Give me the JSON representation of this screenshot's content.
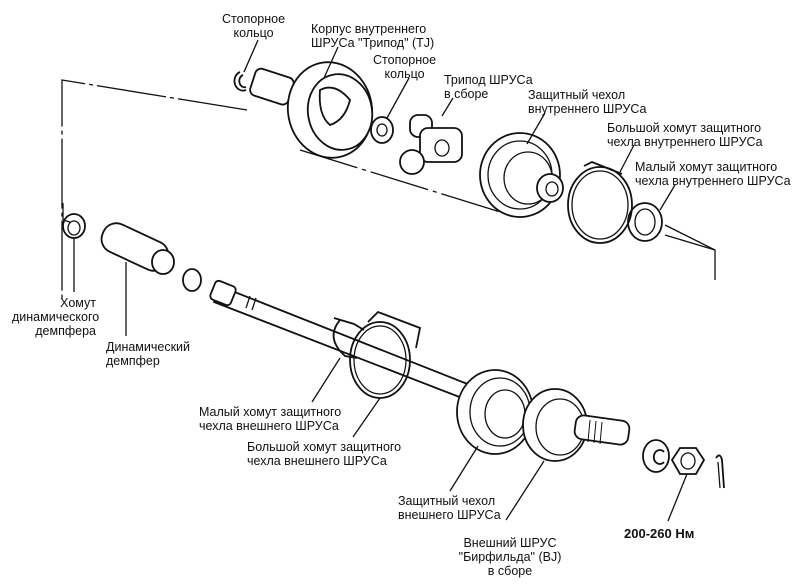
{
  "diagram": {
    "title": "Drive shaft with CV joints — exploded view",
    "labels": {
      "snap_ring_outer": "Стопорное\nкольцо",
      "tripod_housing": "Корпус внутреннего\nШРУСа \"Трипод\" (TJ)",
      "snap_ring_inner": "Стопорное\nкольцо",
      "tripod_assembly": "Трипод ШРУСа\nв сборе",
      "inner_boot": "Защитный чехол\nвнутреннего ШРУСа",
      "inner_boot_large_clamp": "Большой хомут защитного\nчехла внутреннего ШРУСа",
      "inner_boot_small_clamp": "Малый хомут защитного\nчехла внутреннего ШРУСа",
      "damper_clamp": "Хомут\nдинамического\nдемпфера",
      "dynamic_damper": "Динамический\nдемпфер",
      "outer_boot_small_clamp": "Малый хомут защитного\nчехла внешнего ШРУСа",
      "outer_boot_large_clamp": "Большой хомут защитного\nчехла внешнего ШРУСа",
      "outer_boot": "Защитный чехол\nвнешнего ШРУСа",
      "outer_cv_joint": "Внешний ШРУС\n\"Бирфильда\" (BJ)\nв сборе",
      "torque_spec": "200-260 Нм"
    }
  }
}
